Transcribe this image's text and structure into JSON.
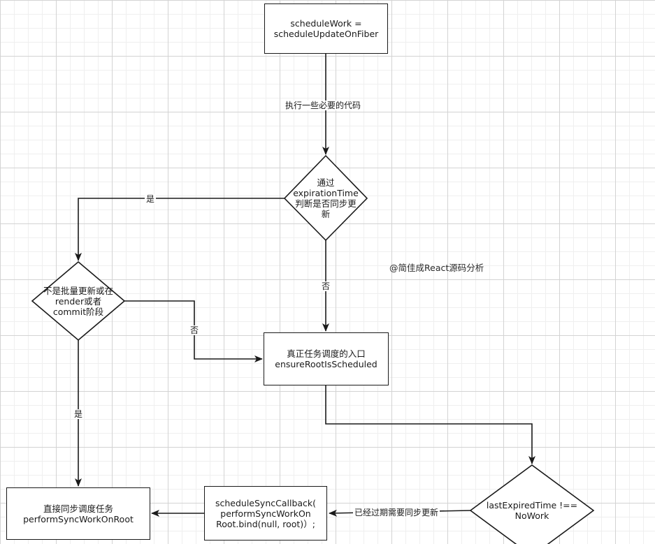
{
  "nodes": {
    "schedule_work": "scheduleWork =\nscheduleUpdateOnFiber",
    "check_sync": "通过\nexpirationTime\n判断是否同步更\n新",
    "check_batch": "不是批量更新或在\nrender或者\ncommit阶段",
    "ensure_root": "真正任务调度的入口\nensureRootIsScheduled",
    "check_expired": "lastExpiredTime !==\nNoWork",
    "schedule_sync_callback": "scheduleSyncCallback(\nperformSyncWorkOn\nRoot.bind(null, root)）;",
    "perform_sync": "直接同步调度任务\nperformSyncWorkOnRoot"
  },
  "edges": {
    "run_code": "执行一些必要的代码",
    "sync_yes": "是",
    "sync_no": "否",
    "batch_no": "否",
    "batch_yes": "是",
    "expired_yes": "已经过期需要同步更新"
  },
  "watermark": "@简佳成React源码分析",
  "colors": {
    "stroke": "#1a1a1a",
    "grid_major": "#d3d3d3",
    "grid_minor": "#efefef",
    "background": "#ffffff"
  }
}
